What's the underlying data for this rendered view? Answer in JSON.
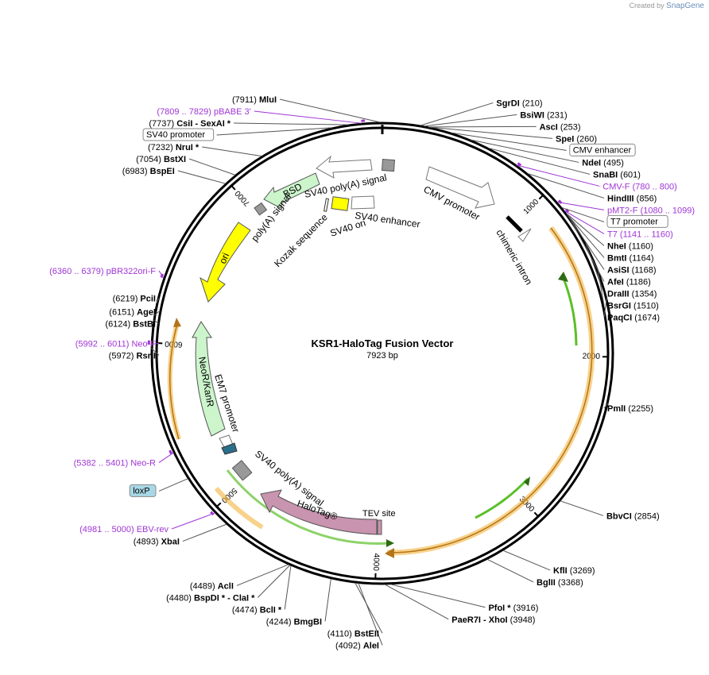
{
  "credit": {
    "prefix": "Created by",
    "brand": "SnapGene"
  },
  "plasmid": {
    "name": "KSR1-HaloTag Fusion Vector",
    "length": "7923 bp",
    "bp": 7923
  },
  "ticks": [
    {
      "bp": 1000,
      "label": "1000"
    },
    {
      "bp": 2000,
      "label": "2000"
    },
    {
      "bp": 3000,
      "label": "3000"
    },
    {
      "bp": 4000,
      "label": "4000"
    },
    {
      "bp": 5000,
      "label": "5000"
    },
    {
      "bp": 6000,
      "label": "6000"
    },
    {
      "bp": 7000,
      "label": "7000"
    }
  ],
  "sites": [
    {
      "bp": 7911,
      "name": "MluI",
      "pos": "(7911)",
      "side": "left"
    },
    {
      "bp": 7809,
      "name": "pBABE 3'",
      "pos": "(7809 .. 7829)",
      "side": "left",
      "primer": true
    },
    {
      "bp": 7737,
      "name": "CsiI",
      "pos": "(7737)",
      "side": "left",
      "extra": " - SexAI *"
    },
    {
      "bp": 7650,
      "name": "SV40 promoter",
      "box": true,
      "side": "left"
    },
    {
      "bp": 7232,
      "name": "NruI *",
      "pos": "(7232)",
      "side": "left"
    },
    {
      "bp": 7054,
      "name": "BstXI",
      "pos": "(7054)",
      "side": "left"
    },
    {
      "bp": 6983,
      "name": "BspEI",
      "pos": "(6983)",
      "side": "left"
    },
    {
      "bp": 6360,
      "name": "pBR322ori-F",
      "pos": "(6360 .. 6379)",
      "side": "left",
      "primer": true
    },
    {
      "bp": 6219,
      "name": "PciI",
      "pos": "(6219)",
      "side": "left"
    },
    {
      "bp": 6151,
      "name": "AgeI",
      "pos": "(6151)",
      "side": "left"
    },
    {
      "bp": 6124,
      "name": "BstBI",
      "pos": "(6124)",
      "side": "left"
    },
    {
      "bp": 5992,
      "name": "Neo-F",
      "pos": "(5992 .. 6011)",
      "side": "left",
      "primer": true
    },
    {
      "bp": 5972,
      "name": "RsrII",
      "pos": "(5972)",
      "side": "left"
    },
    {
      "bp": 5382,
      "name": "Neo-R",
      "pos": "(5382 .. 5401)",
      "side": "left",
      "primer": true
    },
    {
      "bp": 5220,
      "name": "loxP",
      "box": true,
      "side": "left"
    },
    {
      "bp": 4981,
      "name": "EBV-rev",
      "pos": "(4981 .. 5000)",
      "side": "left",
      "primer": true
    },
    {
      "bp": 4893,
      "name": "XbaI",
      "pos": "(4893)",
      "side": "left"
    },
    {
      "bp": 4489,
      "name": "AclI",
      "pos": "(4489)",
      "side": "left"
    },
    {
      "bp": 4480,
      "name": "BspDI *",
      "pos": "(4480)",
      "side": "left",
      "extra": " - ClaI *"
    },
    {
      "bp": 4474,
      "name": "BclI *",
      "pos": "(4474)",
      "side": "left"
    },
    {
      "bp": 4244,
      "name": "BmgBI",
      "pos": "(4244)",
      "side": "left"
    },
    {
      "bp": 4110,
      "name": "BstEII",
      "pos": "(4110)",
      "side": "left"
    },
    {
      "bp": 4092,
      "name": "AleI",
      "pos": "(4092)",
      "side": "left"
    },
    {
      "bp": 3916,
      "name": "PfoI *",
      "pos": "(3916)",
      "side": "right"
    },
    {
      "bp": 3948,
      "name": "PaeR7I",
      "pos": "(3948)",
      "side": "right",
      "extra": " - XhoI"
    },
    {
      "bp": 3368,
      "name": "BglII",
      "pos": "(3368)",
      "side": "right"
    },
    {
      "bp": 3269,
      "name": "KflI",
      "pos": "(3269)",
      "side": "right"
    },
    {
      "bp": 2854,
      "name": "BbvCI",
      "pos": "(2854)",
      "side": "right"
    },
    {
      "bp": 2255,
      "name": "PmlI",
      "pos": "(2255)",
      "side": "right"
    },
    {
      "bp": 1674,
      "name": "PaqCI",
      "pos": "(1674)",
      "side": "right"
    },
    {
      "bp": 1510,
      "name": "BsrGI",
      "pos": "(1510)",
      "side": "right"
    },
    {
      "bp": 1354,
      "name": "DraIII",
      "pos": "(1354)",
      "side": "right"
    },
    {
      "bp": 1186,
      "name": "AfeI",
      "pos": "(1186)",
      "side": "right"
    },
    {
      "bp": 1168,
      "name": "AsiSI",
      "pos": "(1168)",
      "side": "right"
    },
    {
      "bp": 1164,
      "name": "BmtI",
      "pos": "(1164)",
      "side": "right"
    },
    {
      "bp": 1160,
      "name": "NheI",
      "pos": "(1160)",
      "side": "right"
    },
    {
      "bp": 1141,
      "name": "T7",
      "pos": "(1141 .. 1160)",
      "side": "right",
      "primer": true
    },
    {
      "bp": 1120,
      "name": "T7 promoter",
      "box": true,
      "side": "right"
    },
    {
      "bp": 1080,
      "name": "pMT2-F",
      "pos": "(1080 .. 1099)",
      "side": "right",
      "primer": true
    },
    {
      "bp": 856,
      "name": "HindIII",
      "pos": "(856)",
      "side": "right"
    },
    {
      "bp": 780,
      "name": "CMV-F",
      "pos": "(780 .. 800)",
      "side": "right",
      "primer": true
    },
    {
      "bp": 601,
      "name": "SnaBI",
      "pos": "(601)",
      "side": "right"
    },
    {
      "bp": 495,
      "name": "NdeI",
      "pos": "(495)",
      "side": "right"
    },
    {
      "bp": 380,
      "name": "CMV enhancer",
      "box": true,
      "side": "right"
    },
    {
      "bp": 260,
      "name": "SpeI",
      "pos": "(260)",
      "side": "right"
    },
    {
      "bp": 253,
      "name": "AscI",
      "pos": "(253)",
      "side": "right"
    },
    {
      "bp": 231,
      "name": "BsiWI",
      "pos": "(231)",
      "side": "right"
    },
    {
      "bp": 210,
      "name": "SgrDI",
      "pos": "(210)",
      "side": "right"
    }
  ],
  "features": {
    "cmv_promoter": "CMV promoter",
    "chimeric_intron": "chimeric intron",
    "sv40_polya_top": "SV40 poly(A) signal",
    "bsd": "BSD",
    "polya_signal": "poly(A) signal",
    "kozak": "Kozak sequence",
    "sv40_ori": "SV40 ori",
    "sv40_enhancer": "SV40 enhancer",
    "ori": "ori",
    "neor": "NeoR/KanR",
    "em7": "EM7 promoter",
    "sv40_polya_bottom": "SV40 poly(A) signal",
    "halotag": "HaloTag®",
    "tev": "TEV site"
  },
  "colors": {
    "primer": "#9f35d6",
    "orf_band": "#f4b43c",
    "green_arrow": "#5bbf29",
    "bsd": "#ccf5cc",
    "neor": "#ccf5cc",
    "ori": "#ffff00",
    "halotag": "#c994b0",
    "polya": "#999999",
    "promoter_outline": "#777777"
  }
}
